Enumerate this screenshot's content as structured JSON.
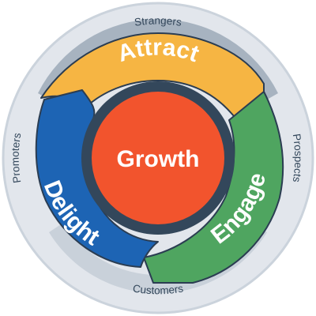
{
  "stages": {
    "top": "Strangers",
    "right": "Prospects",
    "bottom": "Customers",
    "left": "Promoters"
  },
  "segments": {
    "attract": "Attract",
    "engage": "Engage",
    "delight": "Delight"
  },
  "hub": "Growth",
  "colors": {
    "outer_ring": "#e2e6ec",
    "outer_border": "#cbd3dc",
    "label_text": "#33475b",
    "track_dark": "#a7b3c0",
    "track_light": "#c9d1da",
    "attract": "#f6b543",
    "engage": "#4fa560",
    "delight": "#1d64b4",
    "segment_stroke": "#2b3d52",
    "hub_ring": "#33475b",
    "hub_fill": "#f2542d"
  }
}
